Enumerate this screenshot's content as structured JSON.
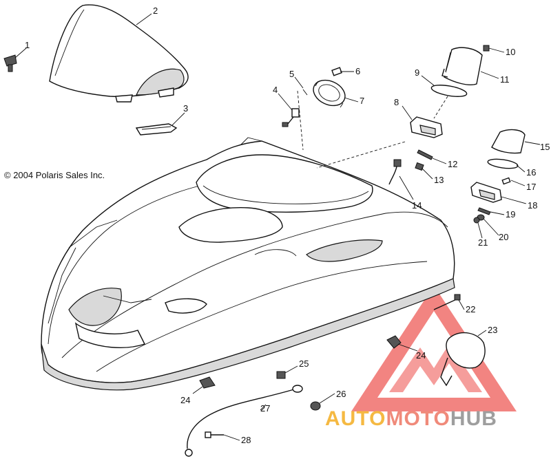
{
  "copyright": "© 2004 Polaris Sales Inc.",
  "watermark": {
    "brand_parts": [
      "AUTO",
      "MOTO",
      "HUB"
    ],
    "colors": {
      "auto": "#f5b942",
      "moto": "#f08a7a",
      "hub": "#9e9e9e",
      "triangle": "#ee5b57"
    }
  },
  "callouts": [
    "1",
    "2",
    "3",
    "4",
    "5",
    "6",
    "7",
    "8",
    "9",
    "10",
    "11",
    "12",
    "13",
    "14",
    "15",
    "16",
    "17",
    "18",
    "19",
    "20",
    "21",
    "22",
    "23",
    "24",
    "24",
    "25",
    "26",
    "27",
    "28"
  ]
}
